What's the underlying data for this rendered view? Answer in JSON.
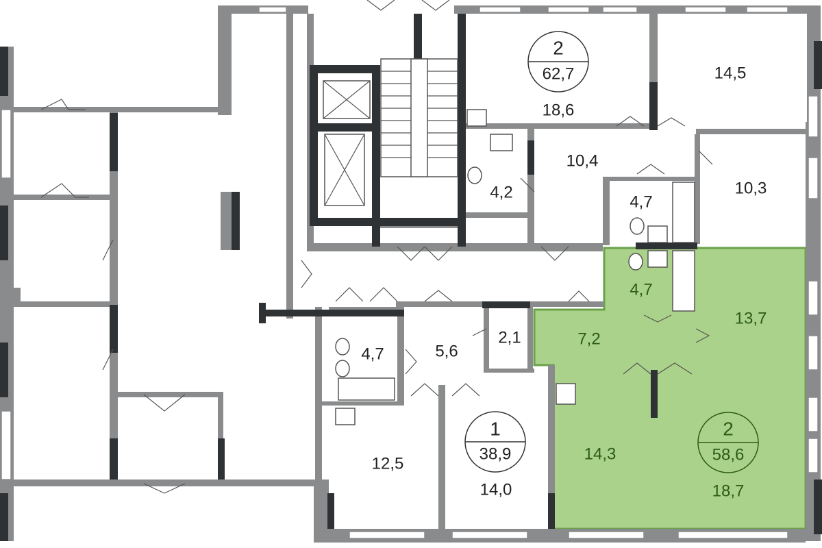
{
  "plan": {
    "highlight_color": "#aad28a",
    "highlight_border": "#6aa24a",
    "wall_color": "#8a8b8c",
    "wall_dark_color": "#2f3235",
    "apartments": [
      {
        "rooms": "2",
        "area": "62,7"
      },
      {
        "rooms": "1",
        "area": "38,9"
      },
      {
        "rooms": "2",
        "area": "58,6",
        "highlighted": true
      }
    ],
    "room_areas": [
      {
        "label": "14,5"
      },
      {
        "label": "18,6"
      },
      {
        "label": "10,4"
      },
      {
        "label": "10,3"
      },
      {
        "label": "4,2"
      },
      {
        "label": "4,7"
      },
      {
        "label": "4,7",
        "highlighted": true
      },
      {
        "label": "7,2",
        "highlighted": true
      },
      {
        "label": "13,7",
        "highlighted": true
      },
      {
        "label": "4,7"
      },
      {
        "label": "5,6"
      },
      {
        "label": "2,1"
      },
      {
        "label": "14,3",
        "highlighted": true
      },
      {
        "label": "12,5"
      },
      {
        "label": "14,0"
      },
      {
        "label": "18,7",
        "highlighted": true
      }
    ]
  }
}
